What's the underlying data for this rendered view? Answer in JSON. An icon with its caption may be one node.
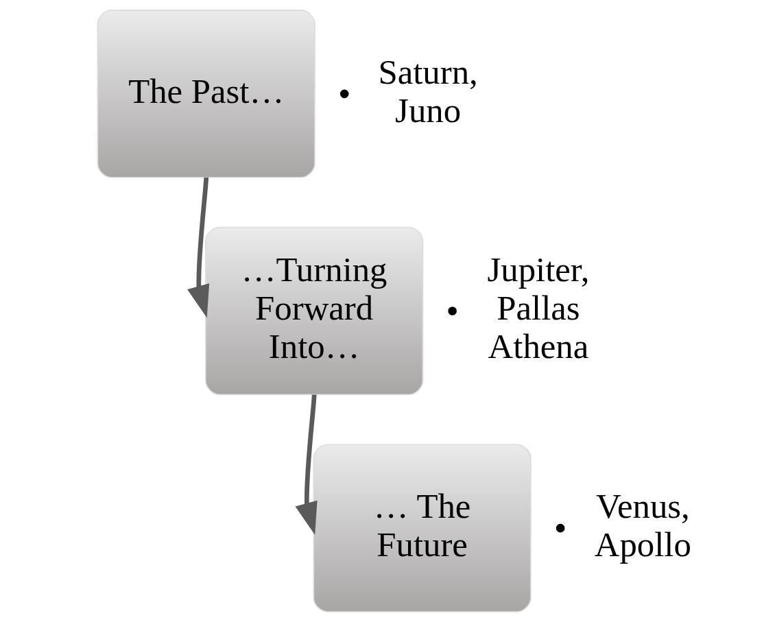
{
  "diagram": {
    "nodes": [
      {
        "text": [
          "The Past…"
        ],
        "beside": [
          "Saturn, Juno"
        ]
      },
      {
        "text": [
          "…Turning Forward Into…"
        ],
        "beside": [
          "Jupiter, Pallas Athena"
        ]
      },
      {
        "text": [
          "… The Future"
        ],
        "beside": [
          "Venus, Apollo"
        ]
      }
    ],
    "edges": [
      {
        "from": 0,
        "to": 1,
        "arrow": "to"
      },
      {
        "from": 1,
        "to": 2,
        "arrow": "to"
      }
    ]
  }
}
